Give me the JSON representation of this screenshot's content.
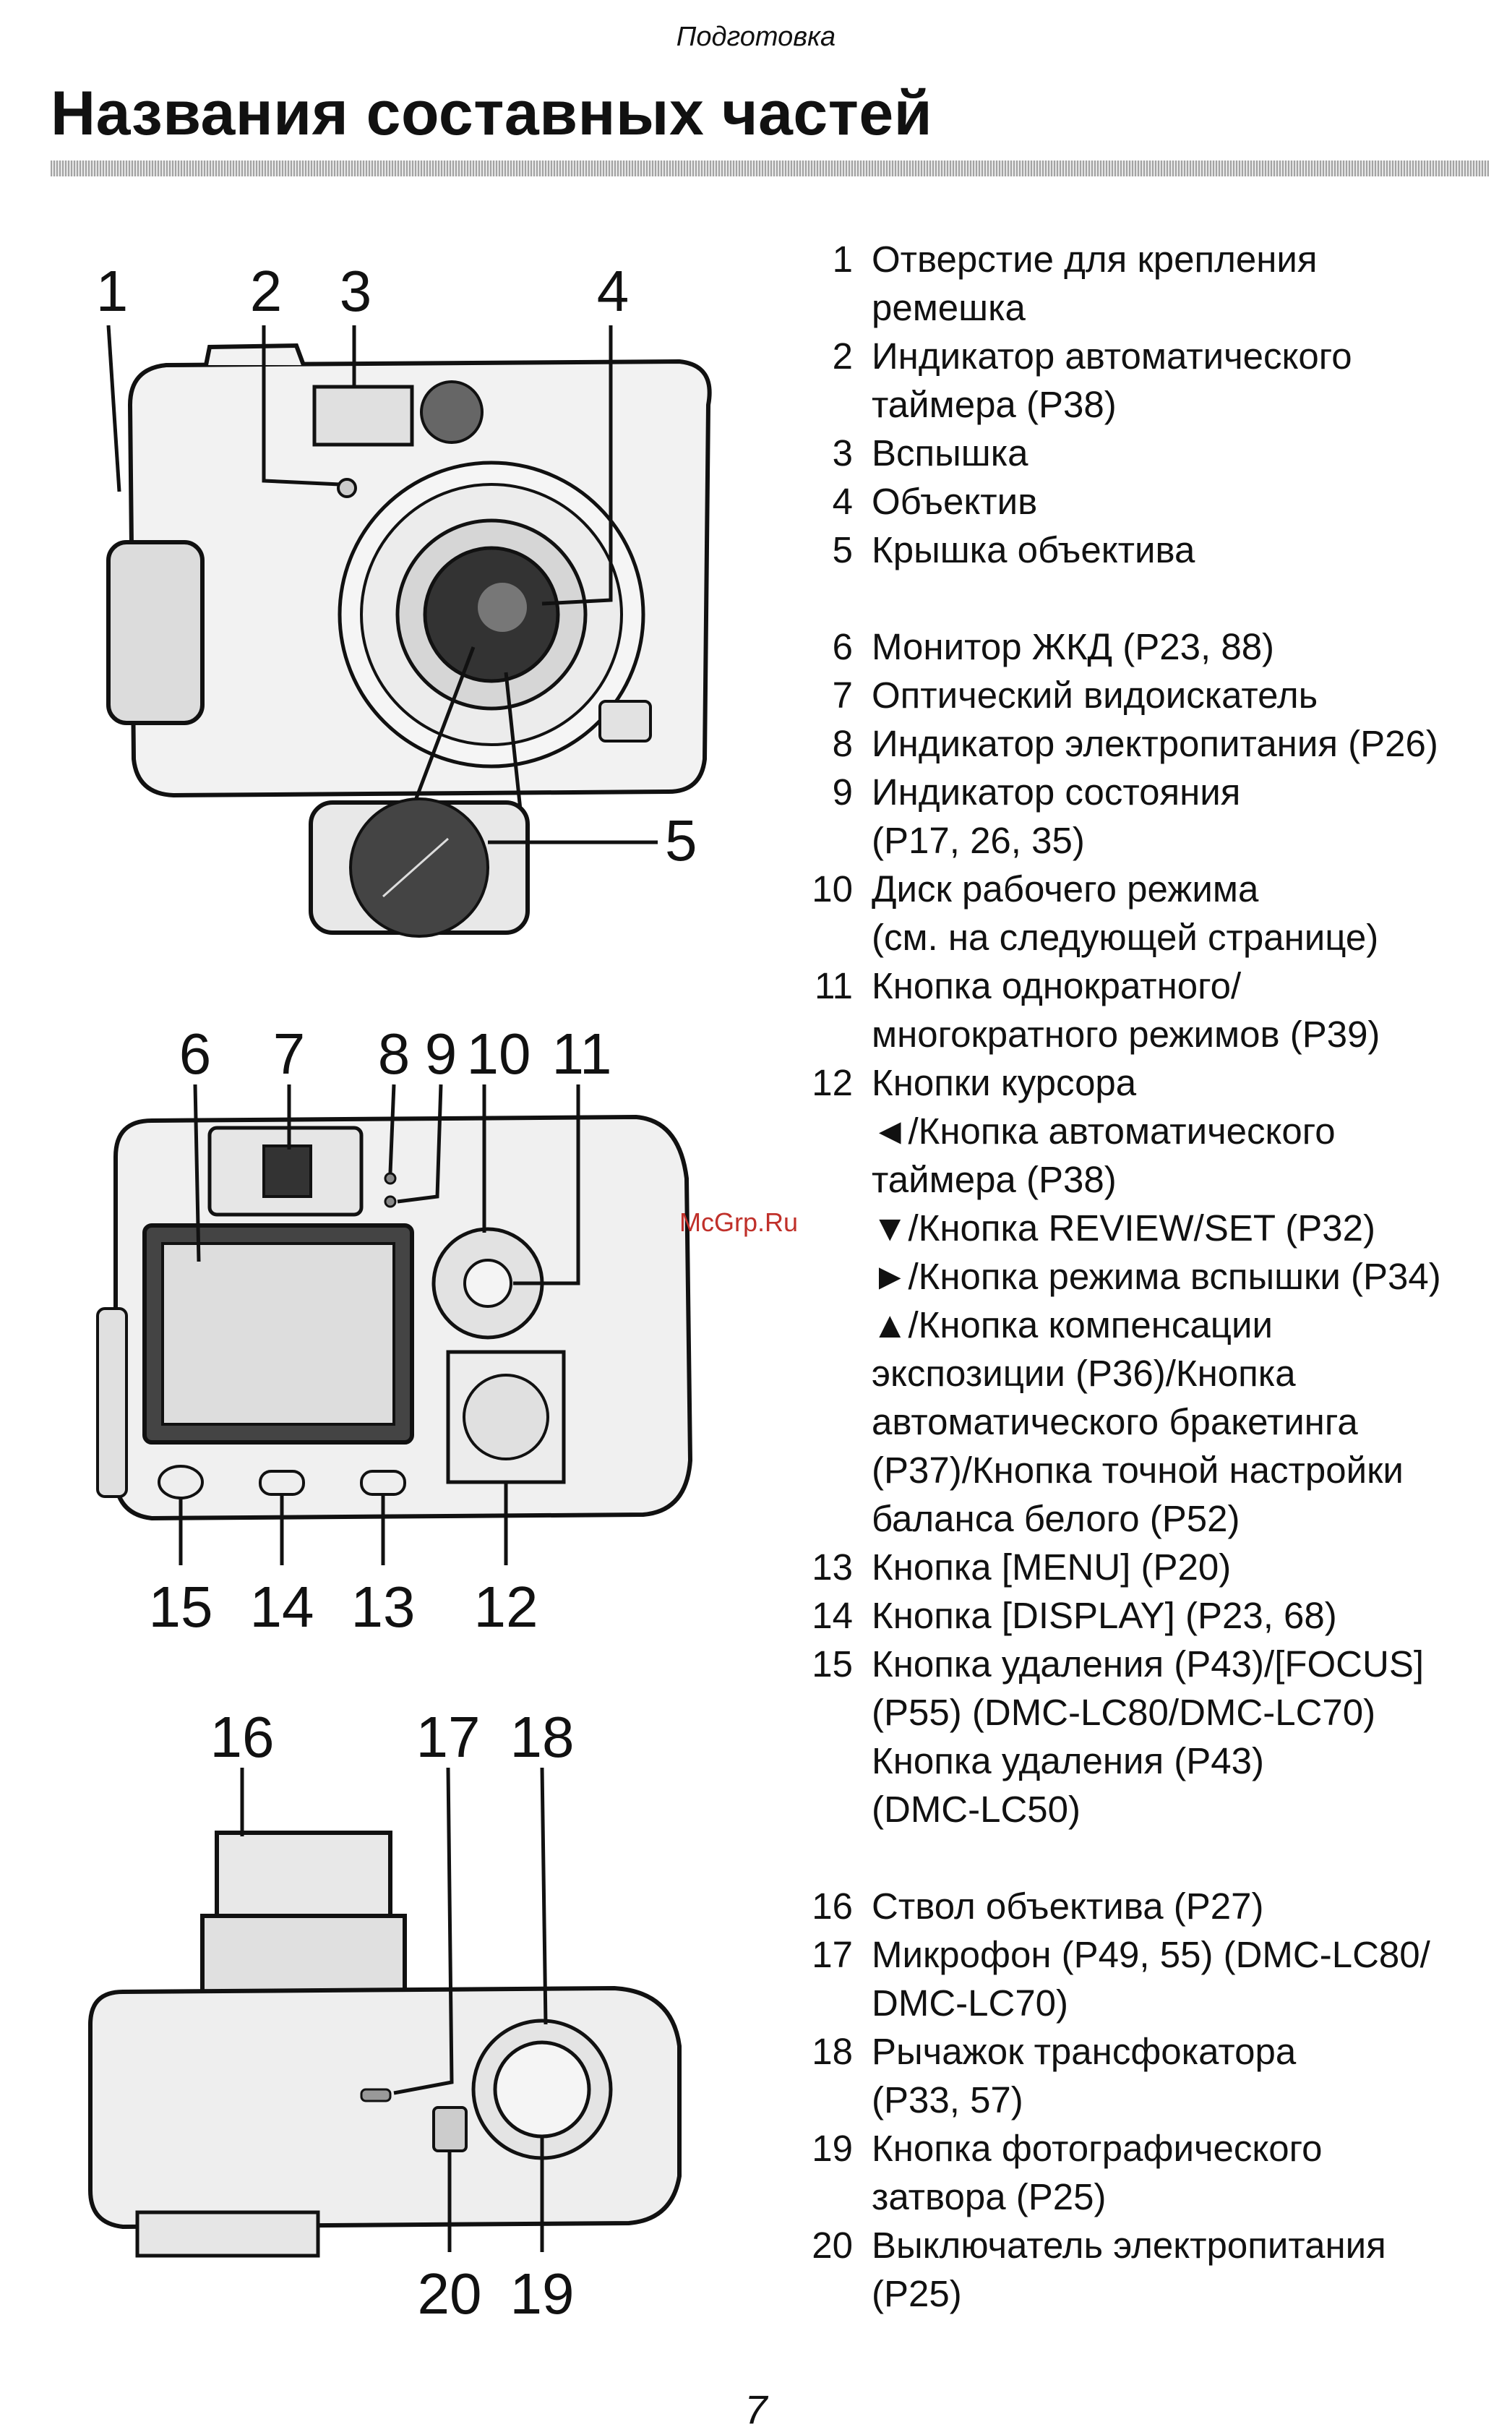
{
  "header": {
    "section": "Подготовка",
    "title": "Названия составных частей"
  },
  "watermark": "McGrp.Ru",
  "page_number": "7",
  "figures": {
    "front": {
      "callouts": [
        "1",
        "2",
        "3",
        "4",
        "5"
      ]
    },
    "back": {
      "callouts": [
        "6",
        "7",
        "8",
        "9",
        "10",
        "11",
        "15",
        "14",
        "13",
        "12"
      ]
    },
    "top": {
      "callouts": [
        "16",
        "17",
        "18",
        "20",
        "19"
      ]
    }
  },
  "parts": [
    {
      "num": "1",
      "text": "Отверстие для крепления\nремешка"
    },
    {
      "num": "2",
      "text": "Индикатор автоматического\nтаймера (P38)"
    },
    {
      "num": "3",
      "text": "Вспышка"
    },
    {
      "num": "4",
      "text": "Объектив"
    },
    {
      "num": "5",
      "text": "Крышка объектива"
    },
    {
      "num": "6",
      "text": "Монитор ЖКД (P23, 88)"
    },
    {
      "num": "7",
      "text": "Оптический видоискатель"
    },
    {
      "num": "8",
      "text": "Индикатор электропитания (P26)"
    },
    {
      "num": "9",
      "text": "Индикатор состояния\n(P17, 26, 35)"
    },
    {
      "num": "10",
      "text": "Диск рабочего режима\n(см. на следующей странице)"
    },
    {
      "num": "11",
      "text": "Кнопка однократного/\nмногократного режимов (P39)"
    },
    {
      "num": "12",
      "text": "Кнопки курсора\n◄/Кнопка автоматического\nтаймера (P38)\n▼/Кнопка  REVIEW/SET (P32)\n►/Кнопка режима вспышки (P34)\n▲/Кнопка компенсации\nэкспозиции (P36)/Кнопка\nавтоматического бракетинга\n(P37)/Кнопка точной настройки\nбаланса белого (P52)"
    },
    {
      "num": "13",
      "text": "Кнопка [MENU] (P20)"
    },
    {
      "num": "14",
      "text": "Кнопка [DISPLAY] (P23, 68)"
    },
    {
      "num": "15",
      "text": "Кнопка удаления (P43)/[FOCUS]\n(P55) (DMC-LC80/DMC-LC70)\nКнопка удаления (P43)\n(DMC-LC50)"
    },
    {
      "num": "16",
      "text": "Ствол объектива (P27)"
    },
    {
      "num": "17",
      "text": "Микрофон (P49, 55) (DMC-LC80/\nDMC-LC70)"
    },
    {
      "num": "18",
      "text": "Рычажок трансфокатора\n(P33, 57)"
    },
    {
      "num": "19",
      "text": "Кнопка фотографического\nзатвора (P25)"
    },
    {
      "num": "20",
      "text": "Выключатель электропитания\n(P25)"
    }
  ]
}
